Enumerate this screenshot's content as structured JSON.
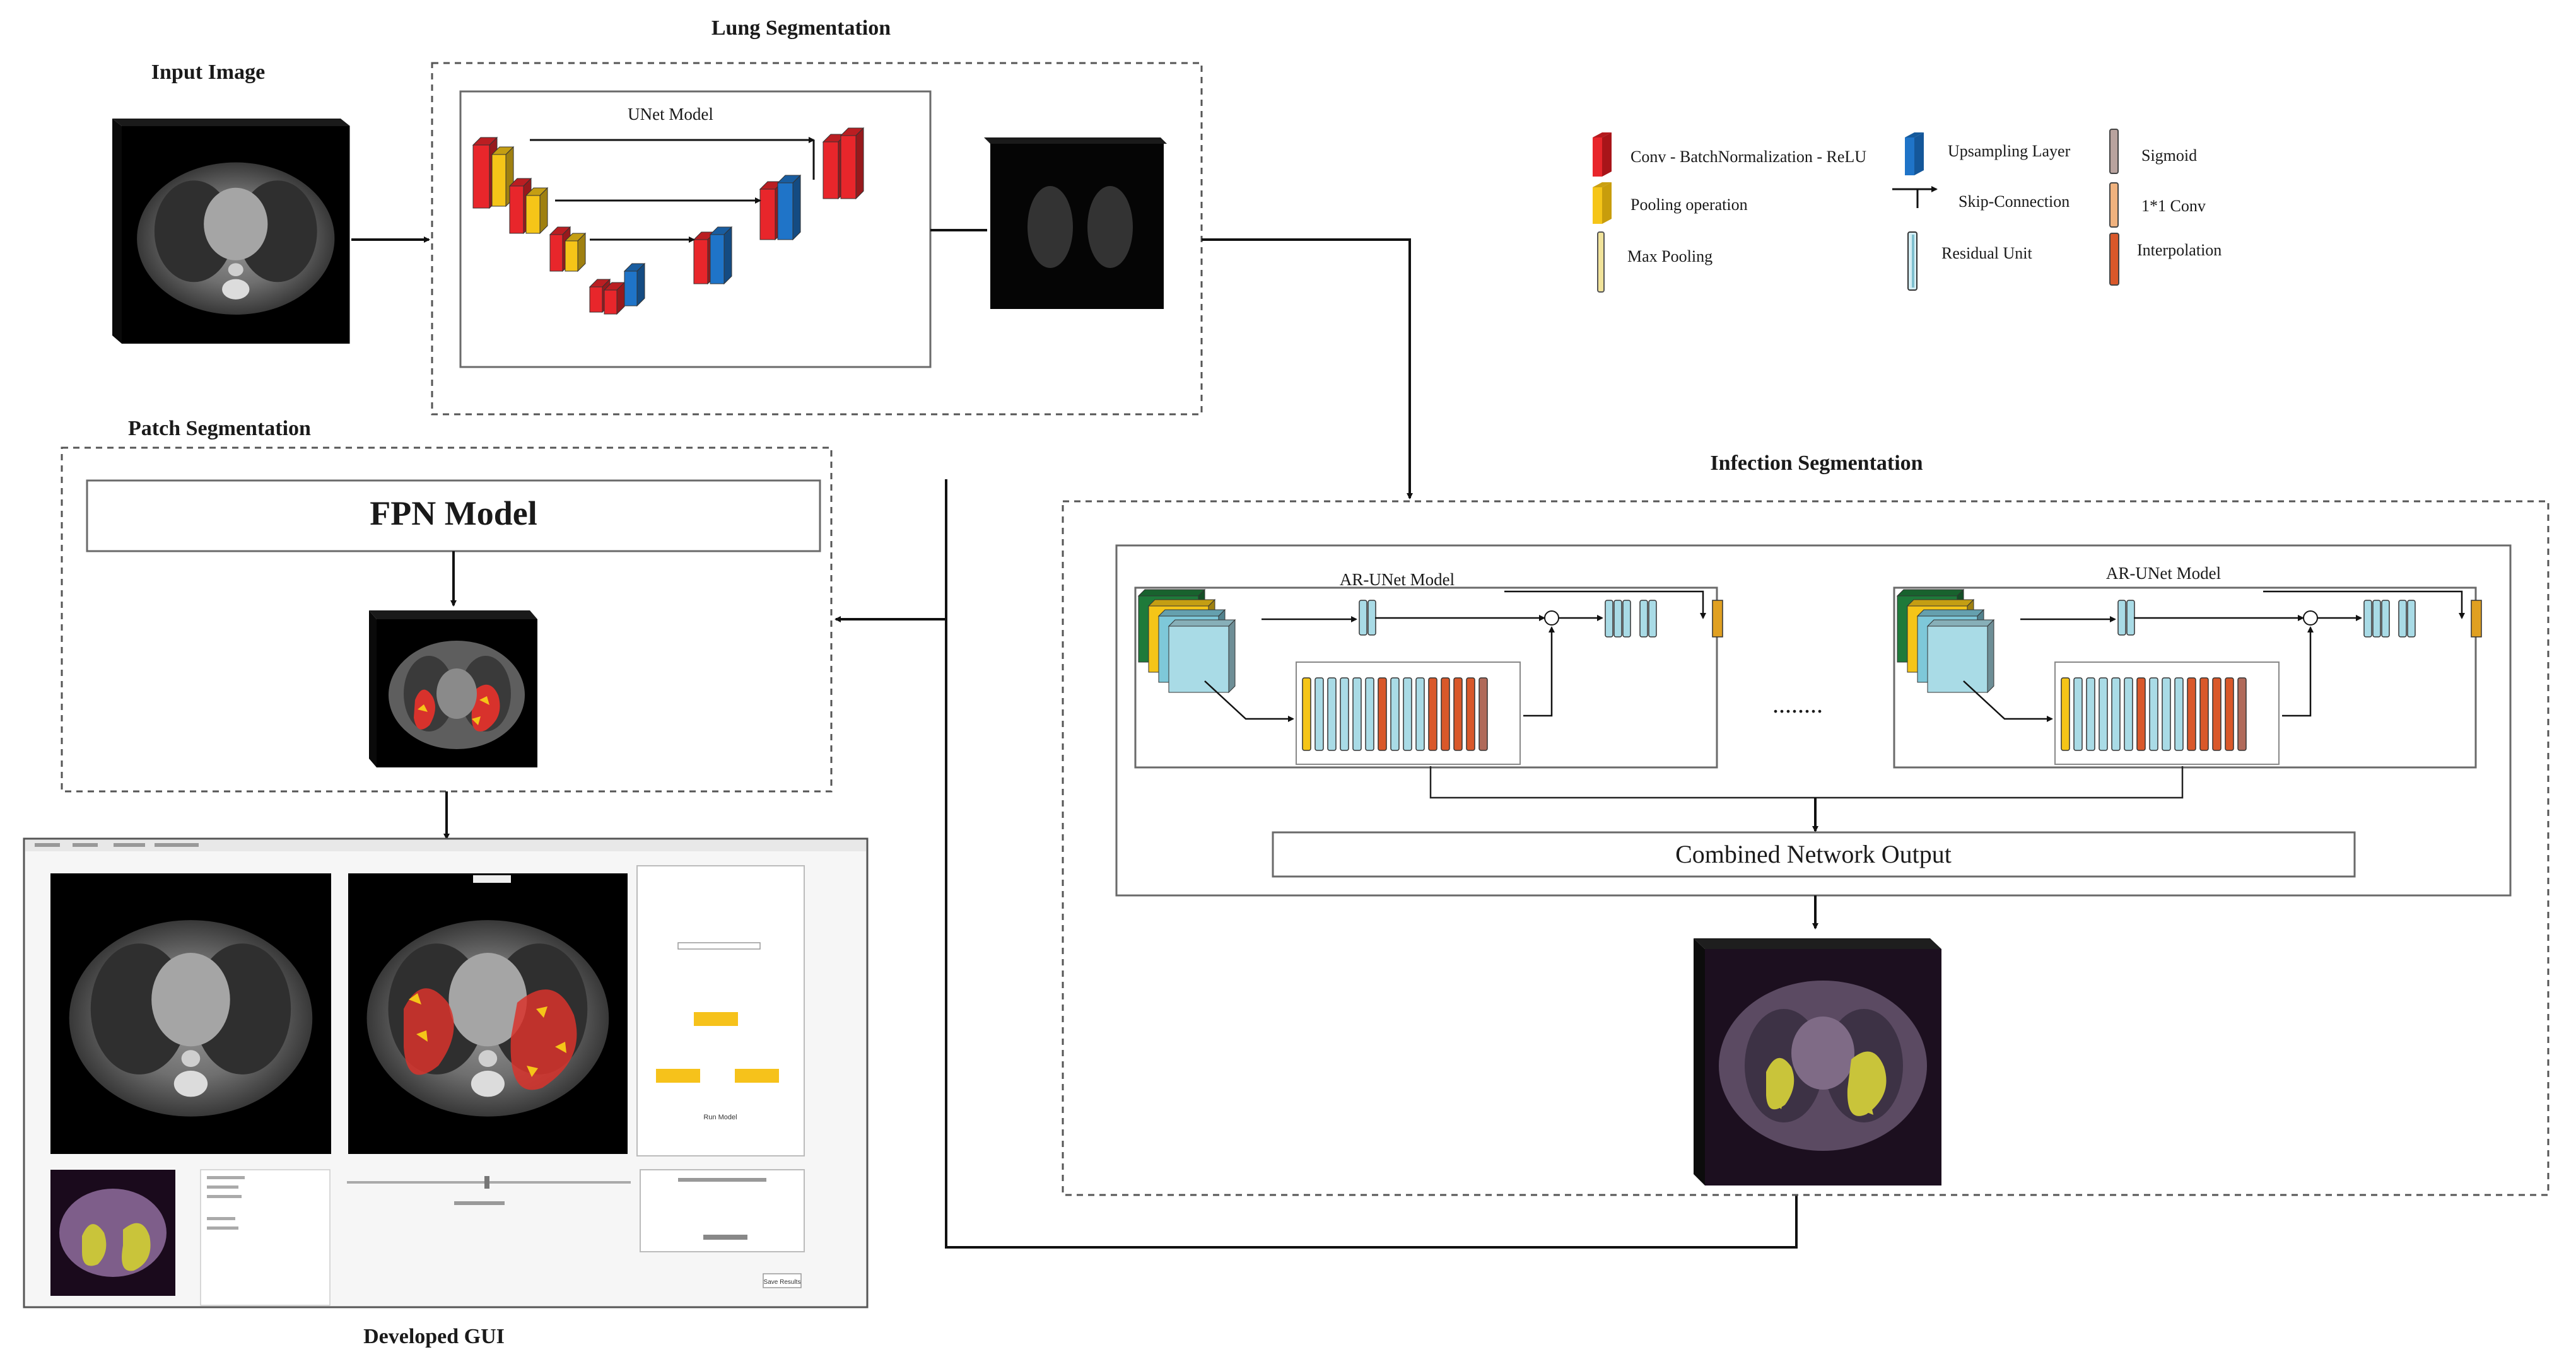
{
  "sections": {
    "input_image": "Input Image",
    "lung_segmentation": "Lung Segmentation",
    "unet_model": "UNet Model",
    "patch_segmentation": "Patch Segmentation",
    "fpn_model": "FPN Model",
    "infection_segmentation": "Infection Segmentation",
    "ar_unet_model_1": "AR-UNet Model",
    "ar_unet_model_2": "AR-UNet Model",
    "ellipsis": "........",
    "combined_output": "Combined Network Output",
    "developed_gui": "Developed GUI"
  },
  "legend": {
    "conv_bn_relu": "Conv - BatchNormalization - ReLU",
    "pooling_operation": "Pooling operation",
    "max_pooling": "Max Pooling",
    "upsampling_layer": "Upsampling Layer",
    "skip_connection": "Skip-Connection",
    "residual_unit": "Residual Unit",
    "sigmoid": "Sigmoid",
    "one_by_one_conv": "1*1 Conv",
    "interpolation": "Interpolation"
  },
  "gui": {
    "status_button": "Run Model",
    "bottom_button": "Save Results"
  },
  "colors": {
    "conv": "#e8262b",
    "pooling": "#f5c518",
    "upsampling": "#1f74c8",
    "residual": "#a9dbe6",
    "interpolation": "#d9582a",
    "encoder_green": "#1e7a3a",
    "infection_yellow": "#c9c43a",
    "infection_red": "#d8322c"
  }
}
